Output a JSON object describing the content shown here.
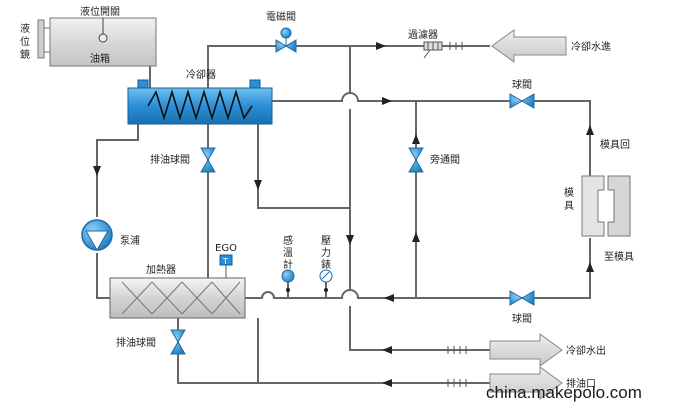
{
  "labels": {
    "sight_glass": "液位鏡",
    "level_switch": "液位開關",
    "oil_tank": "油箱",
    "solenoid_valve": "電磁閥",
    "strainer": "過濾器",
    "cooling_water_in": "冷卻水進",
    "cooler": "冷卻器",
    "ball_valve_top": "球閥",
    "mold_return": "模具回",
    "drain_ball_valve_top": "排油球閥",
    "bypass_valve": "旁通閥",
    "mold": "模具",
    "pump": "泵浦",
    "ego": "EGO",
    "heater": "加熱器",
    "temp_gauge": "感溫計",
    "pressure_gauge": "壓力錶",
    "to_mold": "至模具",
    "ball_valve_bottom": "球閥",
    "drain_ball_valve_bottom": "排油球閥",
    "cooling_water_out": "冷卻水出",
    "drain_outlet": "排油口"
  },
  "watermark": "china.makepolo.com",
  "colors": {
    "pipe": "#666666",
    "valve": "#1e7fc4",
    "cooler": "#2a8fd6",
    "arrow_fill": "#d6d6d6",
    "component_fill": "#e2e2e2"
  }
}
